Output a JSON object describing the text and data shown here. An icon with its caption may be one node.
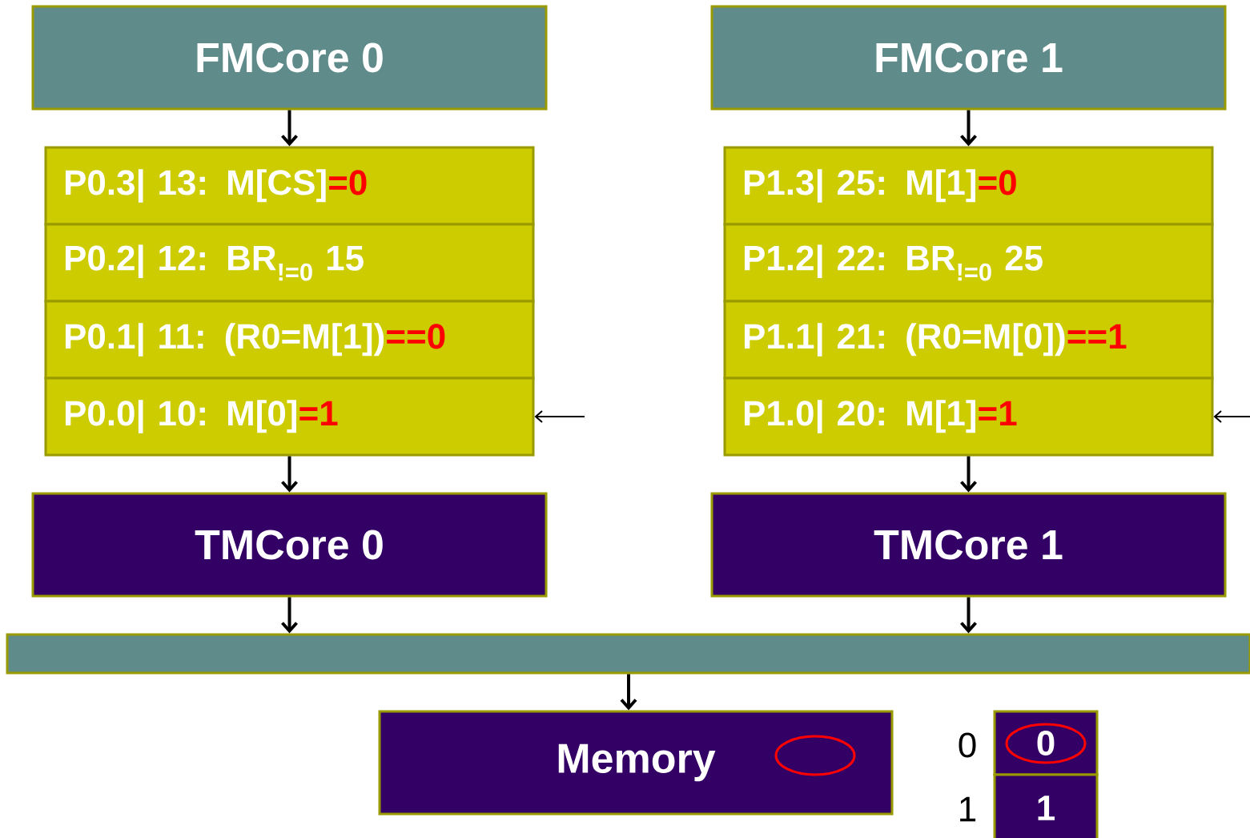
{
  "diagram": {
    "nodes": [
      {
        "text": [
          "FMCore 0"
        ]
      },
      {
        "text": [
          "FMCore 1"
        ]
      },
      {
        "text": [
          "P0.3|  13: M[CS]",
          "=0"
        ]
      },
      {
        "text": [
          "P0.2|  12: BR$_{!=0}$ 15"
        ]
      },
      {
        "text": [
          "P0.1|  11: (R0=M[1])",
          "==0"
        ]
      },
      {
        "text": [
          "P0.0|  10: M[0]",
          "=1"
        ]
      },
      {
        "text": [
          "P1.3|  25: M[1]",
          "=0"
        ]
      },
      {
        "text": [
          "P1.2|  22: BR$_{!=0}$ 25"
        ]
      },
      {
        "text": [
          "P1.1|  21: (R0=M[0])",
          "==1"
        ]
      },
      {
        "text": [
          "P1.0|  20: M[1]",
          "=1"
        ]
      },
      {
        "text": [
          "TMCore 0"
        ]
      },
      {
        "text": [
          "TMCore 1"
        ]
      },
      {
        "text": [],
        "shape": "bar"
      },
      {
        "text": [
          "Memory"
        ]
      },
      {
        "text": [
          "0"
        ]
      },
      {
        "text": [
          "1"
        ]
      }
    ],
    "edges": [
      {
        "from": 0,
        "to": 2,
        "arrow": "to"
      },
      {
        "from": 1,
        "to": 6,
        "arrow": "to"
      },
      {
        "from": null,
        "to": 5,
        "arrow": "to"
      },
      {
        "from": null,
        "to": 9,
        "arrow": "to"
      },
      {
        "from": 5,
        "to": 10,
        "arrow": "to"
      },
      {
        "from": 9,
        "to": 11,
        "arrow": "to"
      },
      {
        "from": 10,
        "to": 12,
        "arrow": "to"
      },
      {
        "from": 11,
        "to": 12,
        "arrow": "to"
      },
      {
        "from": 12,
        "to": 13,
        "arrow": "to"
      }
    ],
    "labels": [
      "0",
      "1"
    ]
  }
}
